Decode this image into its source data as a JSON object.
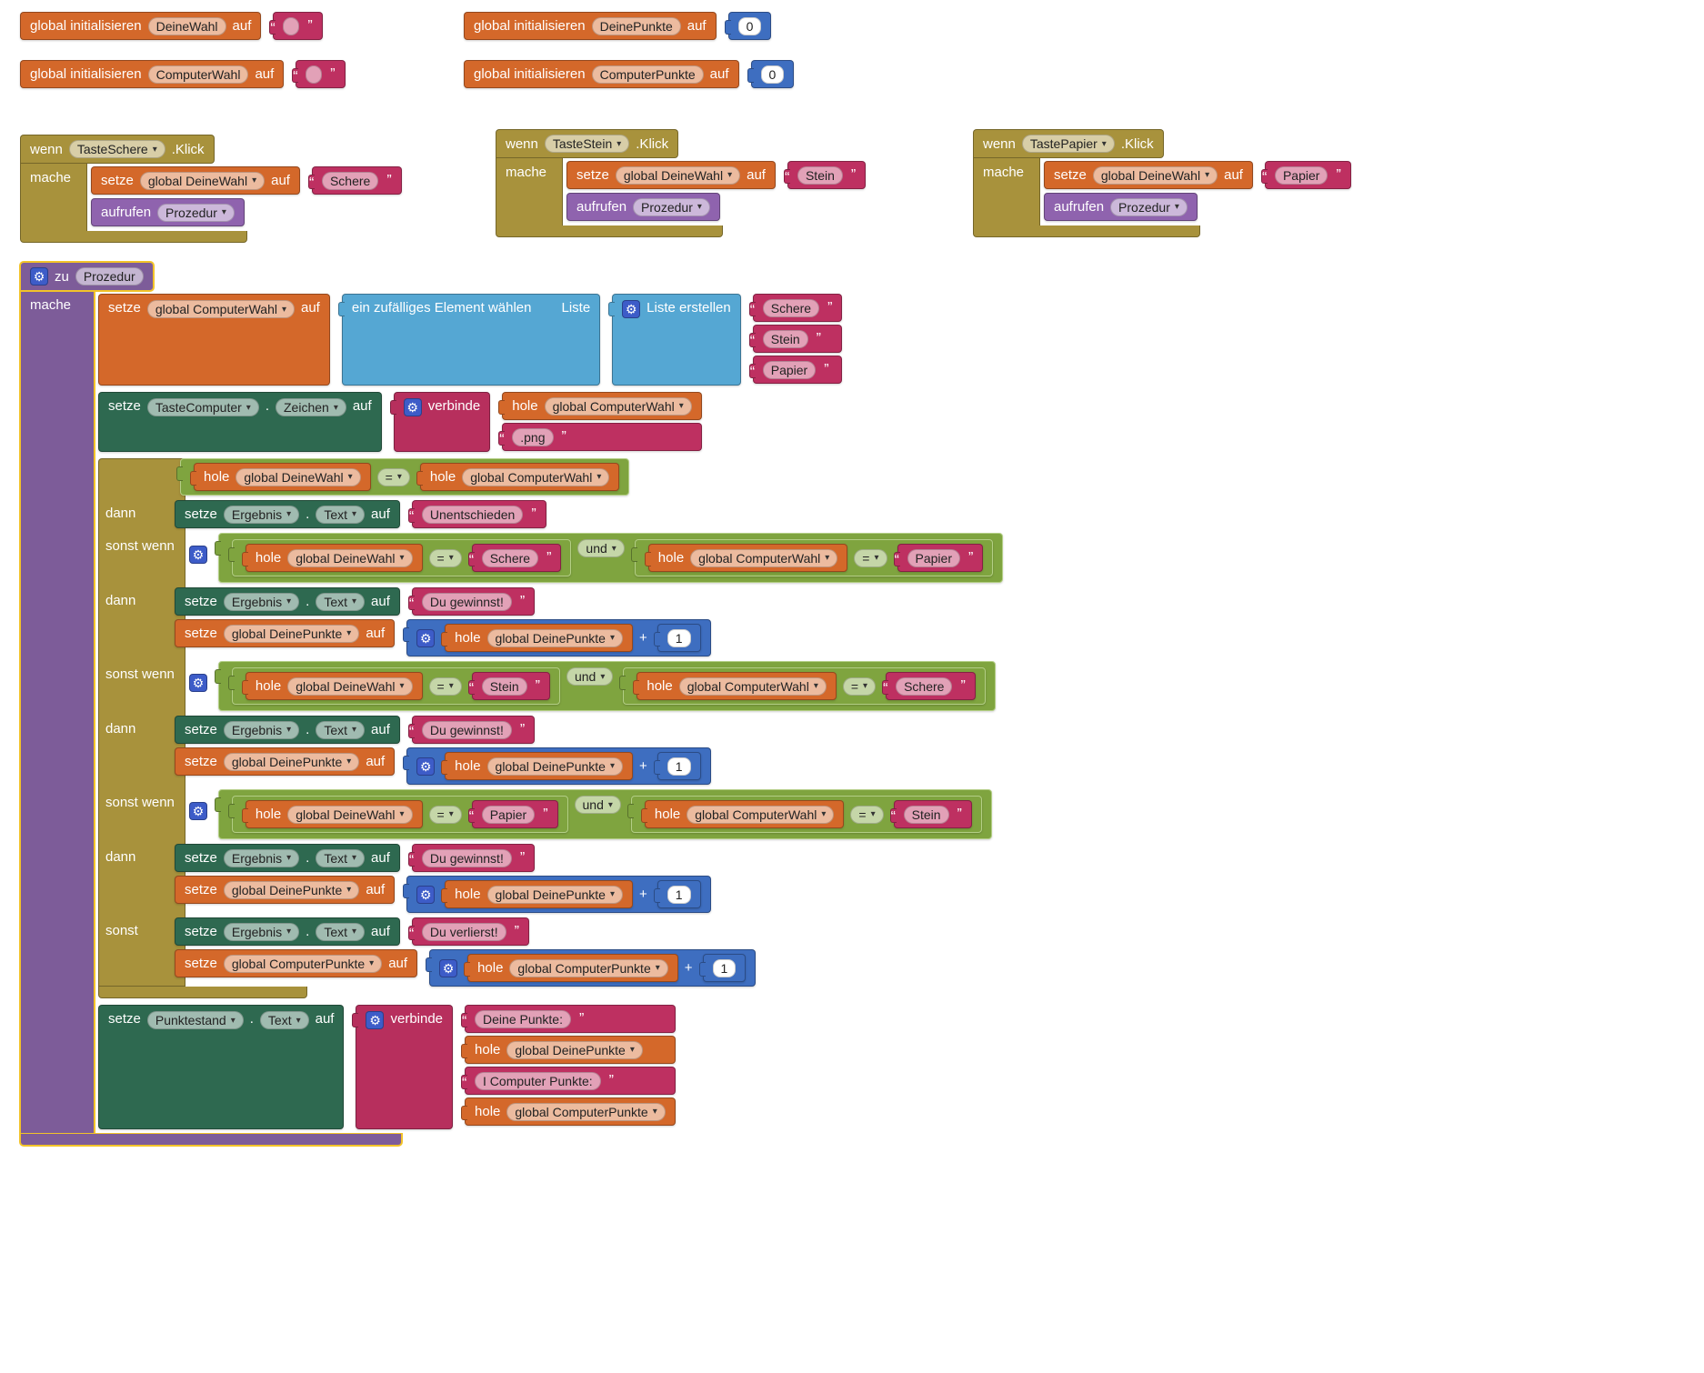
{
  "labels": {
    "global_init": "global initialisieren",
    "auf": "auf",
    "wenn": "wenn",
    "klick": ".Klick",
    "mache": "mache",
    "setze": "setze",
    "aufrufen": "aufrufen",
    "zu": "zu",
    "dann": "dann",
    "sonst_wenn": "sonst wenn",
    "sonst": "sonst",
    "und": "und",
    "eq": "=",
    "plus": "+",
    "hole": "hole",
    "dot": ".",
    "verbinde": "verbinde",
    "random_pick": "ein zufälliges Element wählen",
    "liste": "Liste",
    "liste_erstellen": "Liste erstellen"
  },
  "globals": [
    {
      "name": "DeineWahl",
      "value": ""
    },
    {
      "name": "ComputerWahl",
      "value": ""
    },
    {
      "name": "DeinePunkte",
      "value": "0"
    },
    {
      "name": "ComputerPunkte",
      "value": "0"
    }
  ],
  "events": [
    {
      "component": "TasteSchere",
      "var": "global DeineWahl",
      "value": "Schere",
      "proc": "Prozedur"
    },
    {
      "component": "TasteStein",
      "var": "global DeineWahl",
      "value": "Stein",
      "proc": "Prozedur"
    },
    {
      "component": "TastePapier",
      "var": "global DeineWahl",
      "value": "Papier",
      "proc": "Prozedur"
    }
  ],
  "proc": {
    "name": "Prozedur",
    "random": {
      "var": "global ComputerWahl",
      "items": [
        "Schere",
        "Stein",
        "Papier"
      ]
    },
    "zeichen": {
      "component": "TasteComputer",
      "prop": "Zeichen",
      "get": "global ComputerWahl",
      "suffix": ".png"
    },
    "if0": {
      "left": "global DeineWahl",
      "right": "global ComputerWahl"
    },
    "then0": {
      "component": "Ergebnis",
      "prop": "Text",
      "value": "Unentschieden"
    },
    "branches": [
      {
        "lvar": "global DeineWahl",
        "lval": "Schere",
        "rvar": "global ComputerWahl",
        "rval": "Papier",
        "component": "Ergebnis",
        "prop": "Text",
        "result": "Du gewinnst!",
        "pvar": "global DeinePunkte",
        "inc": "1"
      },
      {
        "lvar": "global DeineWahl",
        "lval": "Stein",
        "rvar": "global ComputerWahl",
        "rval": "Schere",
        "component": "Ergebnis",
        "prop": "Text",
        "result": "Du gewinnst!",
        "pvar": "global DeinePunkte",
        "inc": "1"
      },
      {
        "lvar": "global DeineWahl",
        "lval": "Papier",
        "rvar": "global ComputerWahl",
        "rval": "Stein",
        "component": "Ergebnis",
        "prop": "Text",
        "result": "Du gewinnst!",
        "pvar": "global DeinePunkte",
        "inc": "1"
      }
    ],
    "sonst": {
      "component": "Ergebnis",
      "prop": "Text",
      "result": "Du verlierst!",
      "pvar": "global ComputerPunkte",
      "inc": "1"
    },
    "score": {
      "component": "Punktestand",
      "prop": "Text",
      "t1": "Deine Punkte:",
      "g1": "global DeinePunkte",
      "t2": "I Computer Punkte:",
      "g2": "global ComputerPunkte"
    }
  },
  "colors": {
    "variable_orange": "#D4682A",
    "text_magenta": "#BE3061",
    "math_blue": "#3E6EC0",
    "logic_green": "#7FA43F",
    "control_khaki": "#A8923C",
    "procedure_purple": "#7D5C99",
    "call_purple": "#8F63AE",
    "component_green": "#2E6950",
    "list_blue": "#55A7D3",
    "selection_yellow": "#F2C329"
  }
}
